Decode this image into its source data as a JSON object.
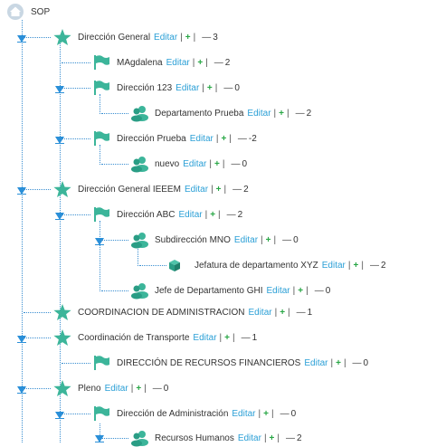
{
  "root": {
    "label": "SOP",
    "icon": "home-icon"
  },
  "actions": {
    "edit": "Editar",
    "sep": "|",
    "add": "+",
    "remove": "—"
  },
  "nodes": [
    {
      "label": "Dirección General",
      "count": "3",
      "icon": "star-icon"
    },
    {
      "label": "MAgdalena",
      "count": "2",
      "icon": "flag-icon"
    },
    {
      "label": "Dirección 123",
      "count": "0",
      "icon": "flag-icon"
    },
    {
      "label": "Departamento Prueba",
      "count": "2",
      "icon": "users-icon"
    },
    {
      "label": "Dirección Prueba",
      "count": "-2",
      "icon": "flag-icon"
    },
    {
      "label": "nuevo",
      "count": "0",
      "icon": "users-icon"
    },
    {
      "label": "Dirección General IEEEM",
      "count": "2",
      "icon": "star-icon"
    },
    {
      "label": "Dirección ABC",
      "count": "2",
      "icon": "flag-icon"
    },
    {
      "label": "Subdirección MNO",
      "count": "0",
      "icon": "users-icon"
    },
    {
      "label": "Jefatura de departamento XYZ",
      "count": "2",
      "icon": "cube-icon"
    },
    {
      "label": "Jefe de Departamento GHI",
      "count": "0",
      "icon": "users-icon"
    },
    {
      "label": "COORDINACION DE ADMINISTRACION",
      "count": "1",
      "icon": "star-icon"
    },
    {
      "label": "Coordinación de Transporte",
      "count": "1",
      "icon": "star-icon"
    },
    {
      "label": "DIRECCIÓN DE RECURSOS FINANCIEROS",
      "count": "0",
      "icon": "flag-icon"
    },
    {
      "label": "Pleno",
      "count": "0",
      "icon": "star-icon"
    },
    {
      "label": "Dirección de Administración",
      "count": "0",
      "icon": "flag-icon"
    },
    {
      "label": "Recursos Humanos",
      "count": "2",
      "icon": "users-icon"
    }
  ]
}
